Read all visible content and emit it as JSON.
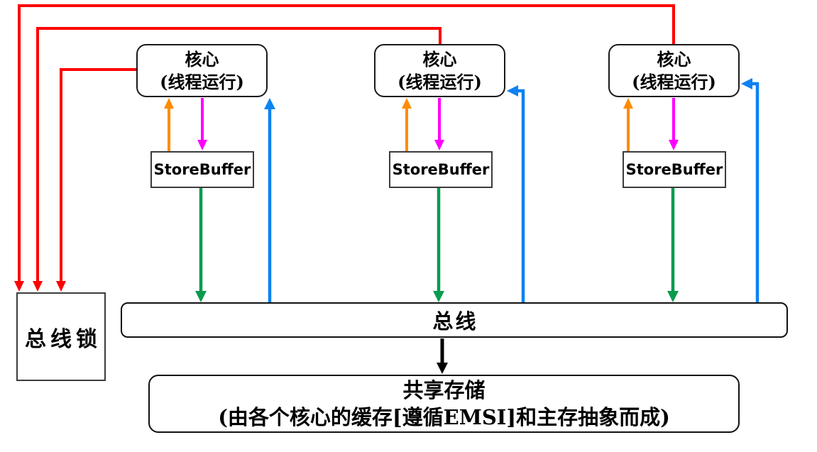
{
  "diagram": {
    "title_implicit": "CPU cores / store buffers / bus / shared memory diagram",
    "cores": [
      {
        "line1": "核心",
        "line2": "(线程运行)"
      },
      {
        "line1": "核心",
        "line2": "(线程运行)"
      },
      {
        "line1": "核心",
        "line2": "(线程运行)"
      }
    ],
    "store_buffers": [
      {
        "label": "StoreBuffer"
      },
      {
        "label": "StoreBuffer"
      },
      {
        "label": "StoreBuffer"
      }
    ],
    "bus_lock": {
      "label": "总线锁"
    },
    "bus": {
      "label": "总线"
    },
    "shared_memory": {
      "line1": "共享存储",
      "line2": "(由各个核心的缓存[遵循EMSI]和主存抽象而成)"
    },
    "colors": {
      "red": "#fd0000",
      "orange": "#ff8c00",
      "magenta": "#ff00ff",
      "green": "#0b9b4e",
      "blue": "#0d82f1",
      "black": "#000000"
    },
    "edges": [
      {
        "from": "core-3",
        "to": "bus-lock",
        "color": "red"
      },
      {
        "from": "core-2",
        "to": "bus-lock",
        "color": "red"
      },
      {
        "from": "core-1",
        "to": "bus-lock",
        "color": "red"
      },
      {
        "from": "store-buffer-1",
        "to": "core-1",
        "color": "orange"
      },
      {
        "from": "store-buffer-2",
        "to": "core-2",
        "color": "orange"
      },
      {
        "from": "store-buffer-3",
        "to": "core-3",
        "color": "orange"
      },
      {
        "from": "core-1",
        "to": "store-buffer-1",
        "color": "magenta"
      },
      {
        "from": "core-2",
        "to": "store-buffer-2",
        "color": "magenta"
      },
      {
        "from": "core-3",
        "to": "store-buffer-3",
        "color": "magenta"
      },
      {
        "from": "store-buffer-1",
        "to": "bus",
        "color": "green"
      },
      {
        "from": "store-buffer-2",
        "to": "bus",
        "color": "green"
      },
      {
        "from": "store-buffer-3",
        "to": "bus",
        "color": "green"
      },
      {
        "from": "bus",
        "to": "core-1",
        "color": "blue"
      },
      {
        "from": "bus",
        "to": "core-2",
        "color": "blue"
      },
      {
        "from": "bus",
        "to": "core-3",
        "color": "blue"
      },
      {
        "from": "bus",
        "to": "shared-memory",
        "color": "black"
      }
    ]
  }
}
